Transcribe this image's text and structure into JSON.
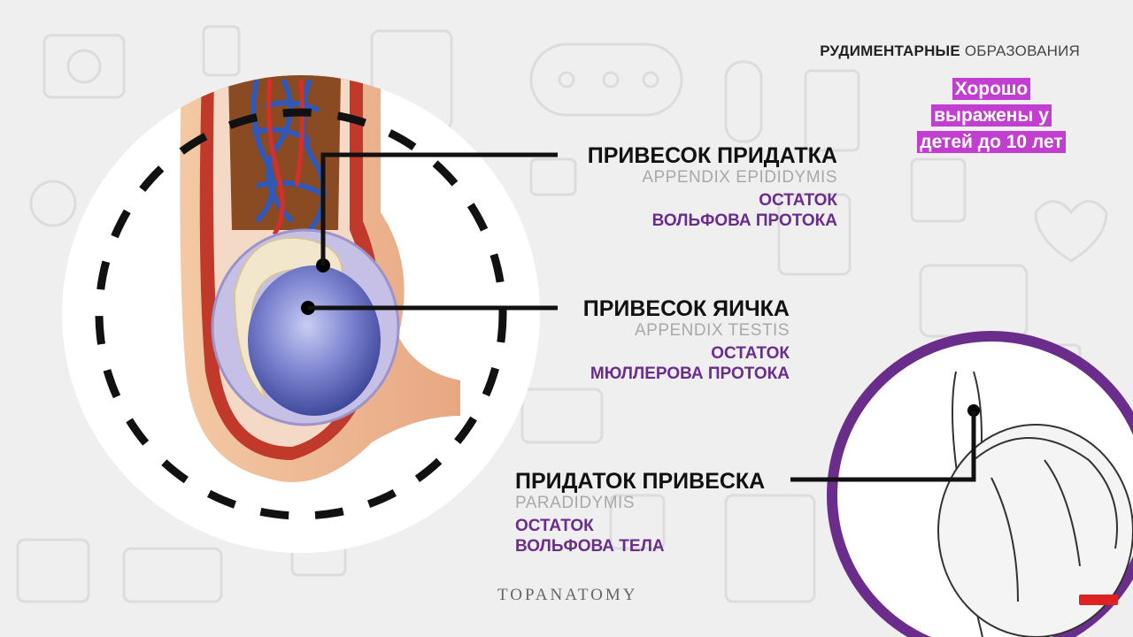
{
  "header": {
    "bold": "РУДИМЕНТАРНЫЕ",
    "light": "ОБРАЗОВАНИЯ"
  },
  "note": {
    "lines": [
      "Хорошо",
      "выражены у",
      "детей до 10 лет"
    ]
  },
  "labels": [
    {
      "ru": "ПРИВЕСОК ПРИДАТКА",
      "lat": "APPENDIX EPIDIDYMIS",
      "desc": [
        "ОСТАТОК",
        "ВОЛЬФОВА ПРОТОКА"
      ]
    },
    {
      "ru": "ПРИВЕСОК ЯИЧКА",
      "lat": "APPENDIX TESTIS",
      "desc": [
        "ОСТАТОК",
        "МЮЛЛЕРОВА ПРОТОКА"
      ]
    },
    {
      "ru": "ПРИДАТОК ПРИВЕСКА",
      "lat": "PARADIDYMIS",
      "desc": [
        "ОСТАТОК",
        "ВОЛЬФОВА ТЕЛА"
      ]
    }
  ],
  "logo": "TOPANATOMY",
  "colors": {
    "accent": "#6b2d8c",
    "note_bg": "#c23ed0",
    "ring": "#6b2d8c"
  }
}
